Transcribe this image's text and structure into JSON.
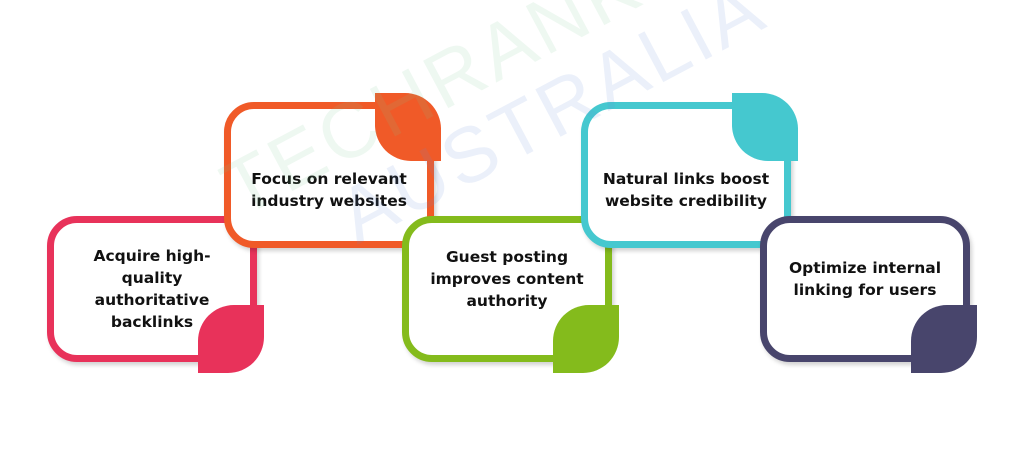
{
  "steps": [
    {
      "text": "Acquire high-quality authoritative backlinks",
      "color": "#e8325a"
    },
    {
      "text": "Focus on relevant industry websites",
      "color": "#f05a28"
    },
    {
      "text": "Guest posting improves content authority",
      "color": "#84bb1c"
    },
    {
      "text": "Natural links boost website credibility",
      "color": "#45c8cf"
    },
    {
      "text": "Optimize internal linking for users",
      "color": "#48456c"
    }
  ],
  "watermark": {
    "line1": "TECHRANK",
    "line2": "AUSTRALIA"
  }
}
